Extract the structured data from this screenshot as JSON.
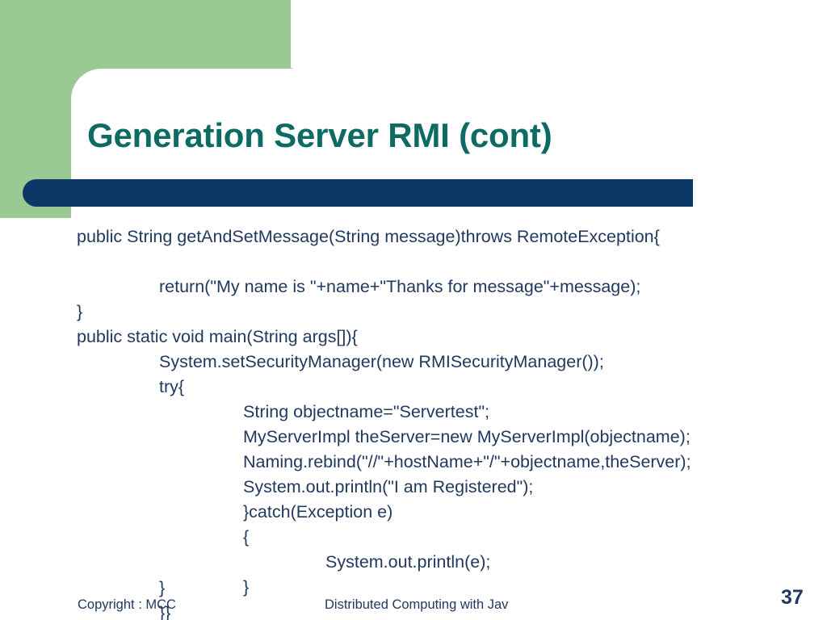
{
  "slide": {
    "title": "Generation Server RMI (cont)",
    "colors": {
      "green_panel": "#9ac994",
      "navy_bar": "#0b3866",
      "title_text": "#0d6b63",
      "body_text": "#21385f",
      "background": "#ffffff"
    },
    "code_lines": [
      {
        "indent": 0,
        "text": "public String getAndSetMessage(String message)throws RemoteException{"
      },
      {
        "indent": 0,
        "text": ""
      },
      {
        "indent": 1,
        "text": "return(\"My name is \"+name+\"Thanks for message\"+message);"
      },
      {
        "indent": 0,
        "text": "}"
      },
      {
        "indent": 0,
        "text": "public static void main(String args[]){"
      },
      {
        "indent": 1,
        "text": "System.setSecurityManager(new RMISecurityManager());"
      },
      {
        "indent": 1,
        "text": "try{"
      },
      {
        "indent": 2,
        "text": "String objectname=\"Servertest\";"
      },
      {
        "indent": 2,
        "text": "MyServerImpl theServer=new MyServerImpl(objectname);"
      },
      {
        "indent": 2,
        "text": "Naming.rebind(\"//\"+hostName+\"/\"+objectname,theServer);"
      },
      {
        "indent": 2,
        "text": "System.out.println(\"I am Registered\");"
      },
      {
        "indent": 2,
        "text": "}catch(Exception e)"
      },
      {
        "indent": 2,
        "text": "{"
      },
      {
        "indent": 3,
        "text": "System.out.println(e);"
      },
      {
        "indent": 2,
        "text": "}"
      }
    ],
    "overflow_lines": [
      {
        "text": "}"
      },
      {
        "text": "}}"
      }
    ],
    "footer": {
      "copyright": "Copyright : MCC",
      "center": "Distributed Computing with Jav",
      "page_number": "37"
    }
  }
}
